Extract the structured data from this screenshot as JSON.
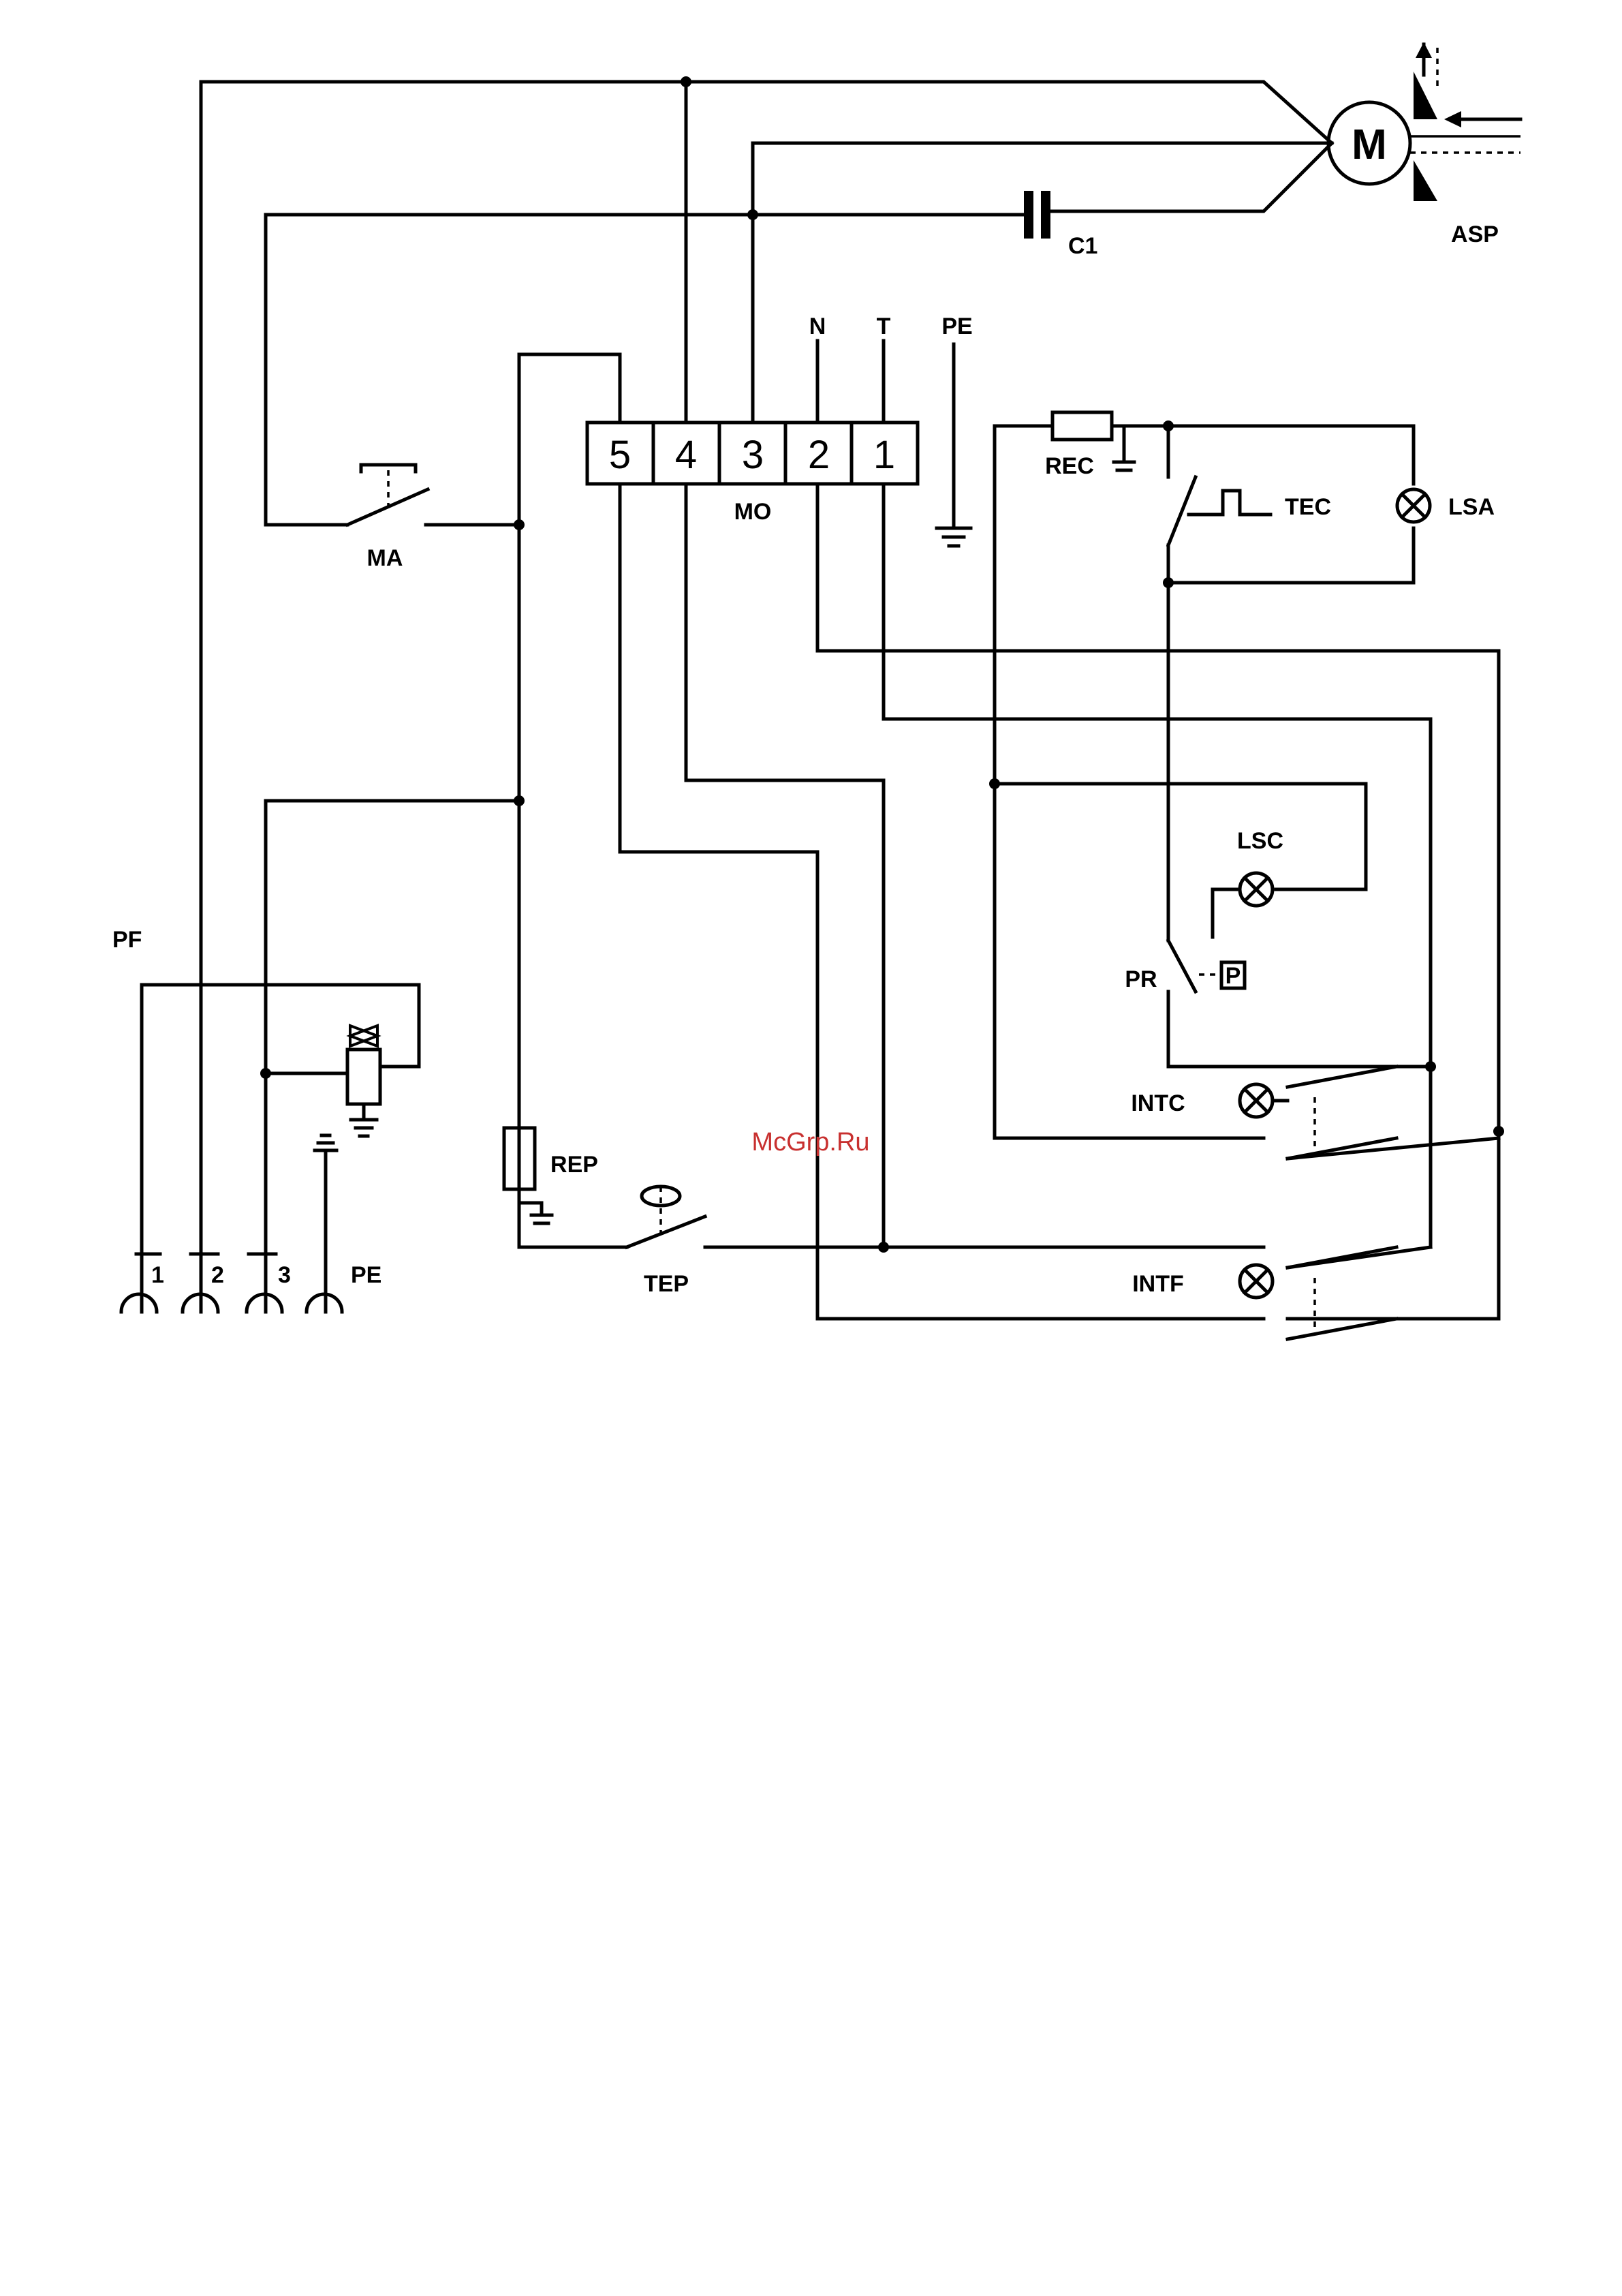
{
  "labels": {
    "motor": "M",
    "fan": "ASP",
    "capacitor": "C1",
    "terminal_block": "MO",
    "terminal_n": "N",
    "terminal_t": "T",
    "terminal_pe": "PE",
    "switch_ma": "MA",
    "rec": "REC",
    "tec": "TEC",
    "lsa": "LSA",
    "lsc": "LSC",
    "pr": "PR",
    "pr_box": "P",
    "intc": "INTC",
    "intf": "INTF",
    "rep": "REP",
    "tep": "TEP",
    "pf": "PF",
    "plug_pe": "PE"
  },
  "terminals": [
    "5",
    "4",
    "3",
    "2",
    "1"
  ],
  "plugs": [
    "1",
    "2",
    "3"
  ],
  "watermark": "McGrp.Ru"
}
